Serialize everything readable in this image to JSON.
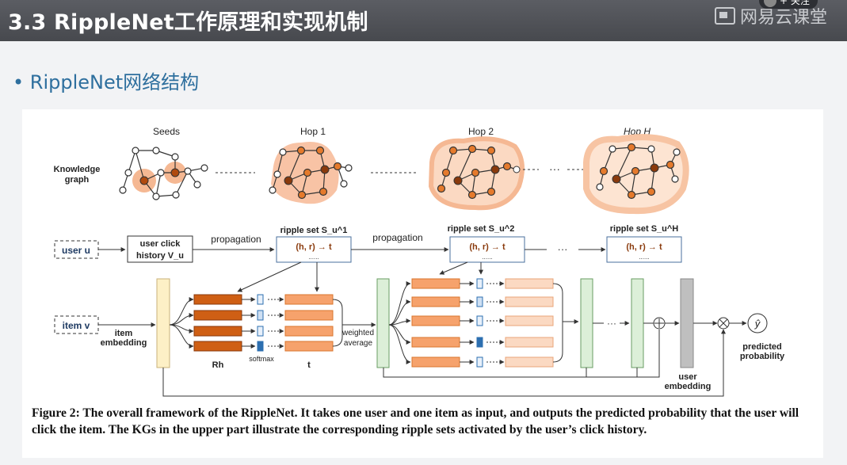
{
  "slide": {
    "title": "3.3 RippleNet工作原理和实现机制",
    "bullet": "RippleNet网络结构",
    "bullet_mark": "•",
    "brand": "网易云课堂",
    "follow_label": "+ 关注"
  },
  "figure": {
    "hop_labels": [
      "Seeds",
      "Hop 1",
      "Hop 2",
      "Hop H"
    ],
    "knowledge_graph_label": [
      "Knowledge",
      "graph"
    ],
    "user_box": "user u",
    "click_history": [
      "user click",
      "history V_u"
    ],
    "propagation": "propagation",
    "ripple_sets": [
      "ripple set S_u^1",
      "ripple set S_u^2",
      "ripple set S_u^H"
    ],
    "ripple_formula": "(h, r) → t",
    "ripple_dots": "......",
    "ellipsis": "···",
    "item_box": "item v",
    "item_embedding": [
      "item",
      "embedding"
    ],
    "rh_label": "Rh",
    "softmax_label": "softmax",
    "t_label": "t",
    "weighted_average": [
      "weighted",
      "average"
    ],
    "user_embedding": [
      "user",
      "embedding"
    ],
    "predicted_probability": [
      "predicted",
      "probability"
    ],
    "y_hat": "ŷ"
  },
  "caption": "Figure 2: The overall framework of the RippleNet. It takes one user and one item as input, and outputs the predicted probability that the user will click the item. The KGs in the upper part illustrate the corresponding ripple sets activated by the user’s click history.",
  "colors": {
    "title_bar": "#4f5156",
    "accent_blue": "#2e6f9e",
    "rh_orange": "#cf5f14",
    "t_orange": "#f6a26c",
    "light_orange": "#fbd9c2",
    "item_embed_yellow": "#fdf0c6",
    "green_bar": "#dcefd8",
    "gray_bar": "#bfbfbf",
    "blue_box": "#2d6fb0"
  }
}
